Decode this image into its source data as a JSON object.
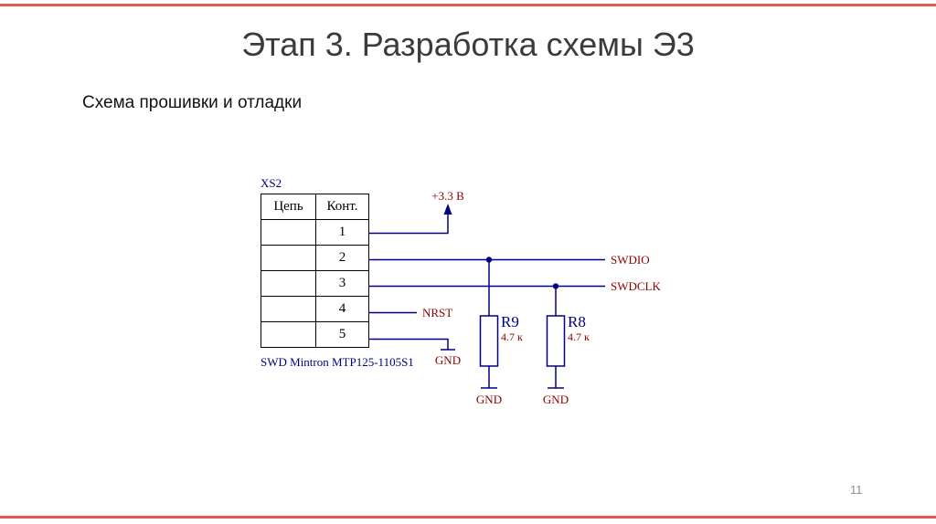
{
  "slide": {
    "title": "Этап 3. Разработка схемы Э3",
    "subtitle": "Схема прошивки и отладки",
    "page_number": "11"
  },
  "schematic": {
    "connector": {
      "designator": "XS2",
      "part_label": "SWD Mintron MTP125-1105S1",
      "headers": [
        "Цепь",
        "Конт."
      ],
      "rows": [
        {
          "circuit": "",
          "contact": "1"
        },
        {
          "circuit": "",
          "contact": "2"
        },
        {
          "circuit": "",
          "contact": "3"
        },
        {
          "circuit": "",
          "contact": "4"
        },
        {
          "circuit": "",
          "contact": "5"
        }
      ]
    },
    "labels": {
      "power": "+3.3 В",
      "swdio": "SWDIO",
      "swdclk": "SWDCLK",
      "nrst": "NRST",
      "gnd_pin5": "GND",
      "gnd_r9": "GND",
      "gnd_r8": "GND"
    },
    "resistors": [
      {
        "ref": "R9",
        "value": "4.7 к"
      },
      {
        "ref": "R8",
        "value": "4.7 к"
      }
    ],
    "colors": {
      "wire": "#000080",
      "net_label": "#8B0000",
      "accent_line": "#E4584C",
      "title_text": "#3b3b3b"
    }
  }
}
